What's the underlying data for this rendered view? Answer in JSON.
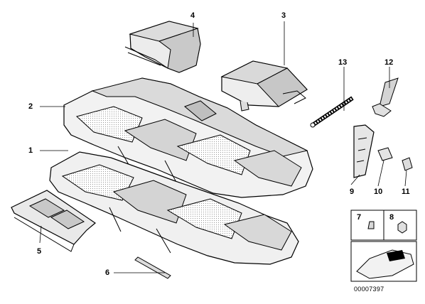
{
  "diagram": {
    "parts": [
      {
        "id": "1",
        "label": "1"
      },
      {
        "id": "2",
        "label": "2"
      },
      {
        "id": "3",
        "label": "3"
      },
      {
        "id": "4",
        "label": "4"
      },
      {
        "id": "5",
        "label": "5"
      },
      {
        "id": "6",
        "label": "6"
      },
      {
        "id": "7",
        "label": "7"
      },
      {
        "id": "8",
        "label": "8"
      },
      {
        "id": "9",
        "label": "9"
      },
      {
        "id": "10",
        "label": "10"
      },
      {
        "id": "11",
        "label": "11"
      },
      {
        "id": "12",
        "label": "12"
      },
      {
        "id": "13",
        "label": "13"
      }
    ],
    "document_number": "00007397"
  }
}
